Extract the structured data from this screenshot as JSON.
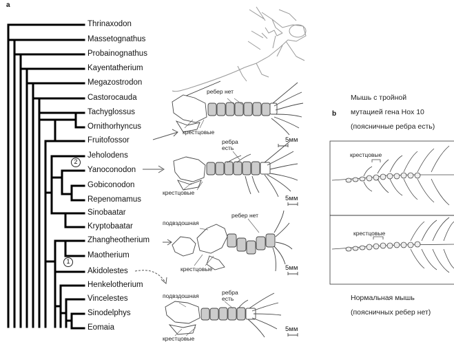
{
  "panel_a_label": "a",
  "panel_b_label": "b",
  "taxa": [
    "Thrinaxodon",
    "Massetognathus",
    "Probainognathus",
    "Kayentatherium",
    "Megazostrodon",
    "Castorocauda",
    "Tachyglossus",
    "Ornithorhyncus",
    "Fruitofossor",
    "Jeholodens",
    "Yanoconodon",
    "Gobiconodon",
    "Repenomamus",
    "Sinobaatar",
    "Kryptobaatar",
    "Zhangheotherium",
    "Maotherium",
    "Akidolestes",
    "Henkelotherium",
    "Vincelestes",
    "Sinodelphys",
    "Eomaia"
  ],
  "nodes": {
    "node1": "1",
    "node2": "2"
  },
  "skeleton1": {
    "ribs_label": "ребер нет",
    "sacral_label": "крестцовые",
    "scale": "5мм"
  },
  "skeleton2": {
    "ribs_label": "ребра\nесть",
    "sacral_label": "крестцовые",
    "scale": "5мм"
  },
  "skeleton3": {
    "iliac_label": "подвздошная",
    "ribs_label": "ребер нет",
    "sacral_label": "крестцовые",
    "scale": "5мм"
  },
  "skeleton4": {
    "iliac_label": "подвздошная",
    "ribs_label": "ребра\nесть",
    "sacral_label": "крестцовые",
    "scale": "5мм"
  },
  "mouse_mutant_caption": [
    "Мышь с тройной",
    "мутацией гена Hox 10",
    "(поясничные ребра есть)"
  ],
  "mouse_mutant_sacral": "крестцовые",
  "mouse_normal_sacral": "крестцовые",
  "mouse_normal_caption": [
    "Нормальная мышь",
    "(поясничных ребер нет)"
  ]
}
